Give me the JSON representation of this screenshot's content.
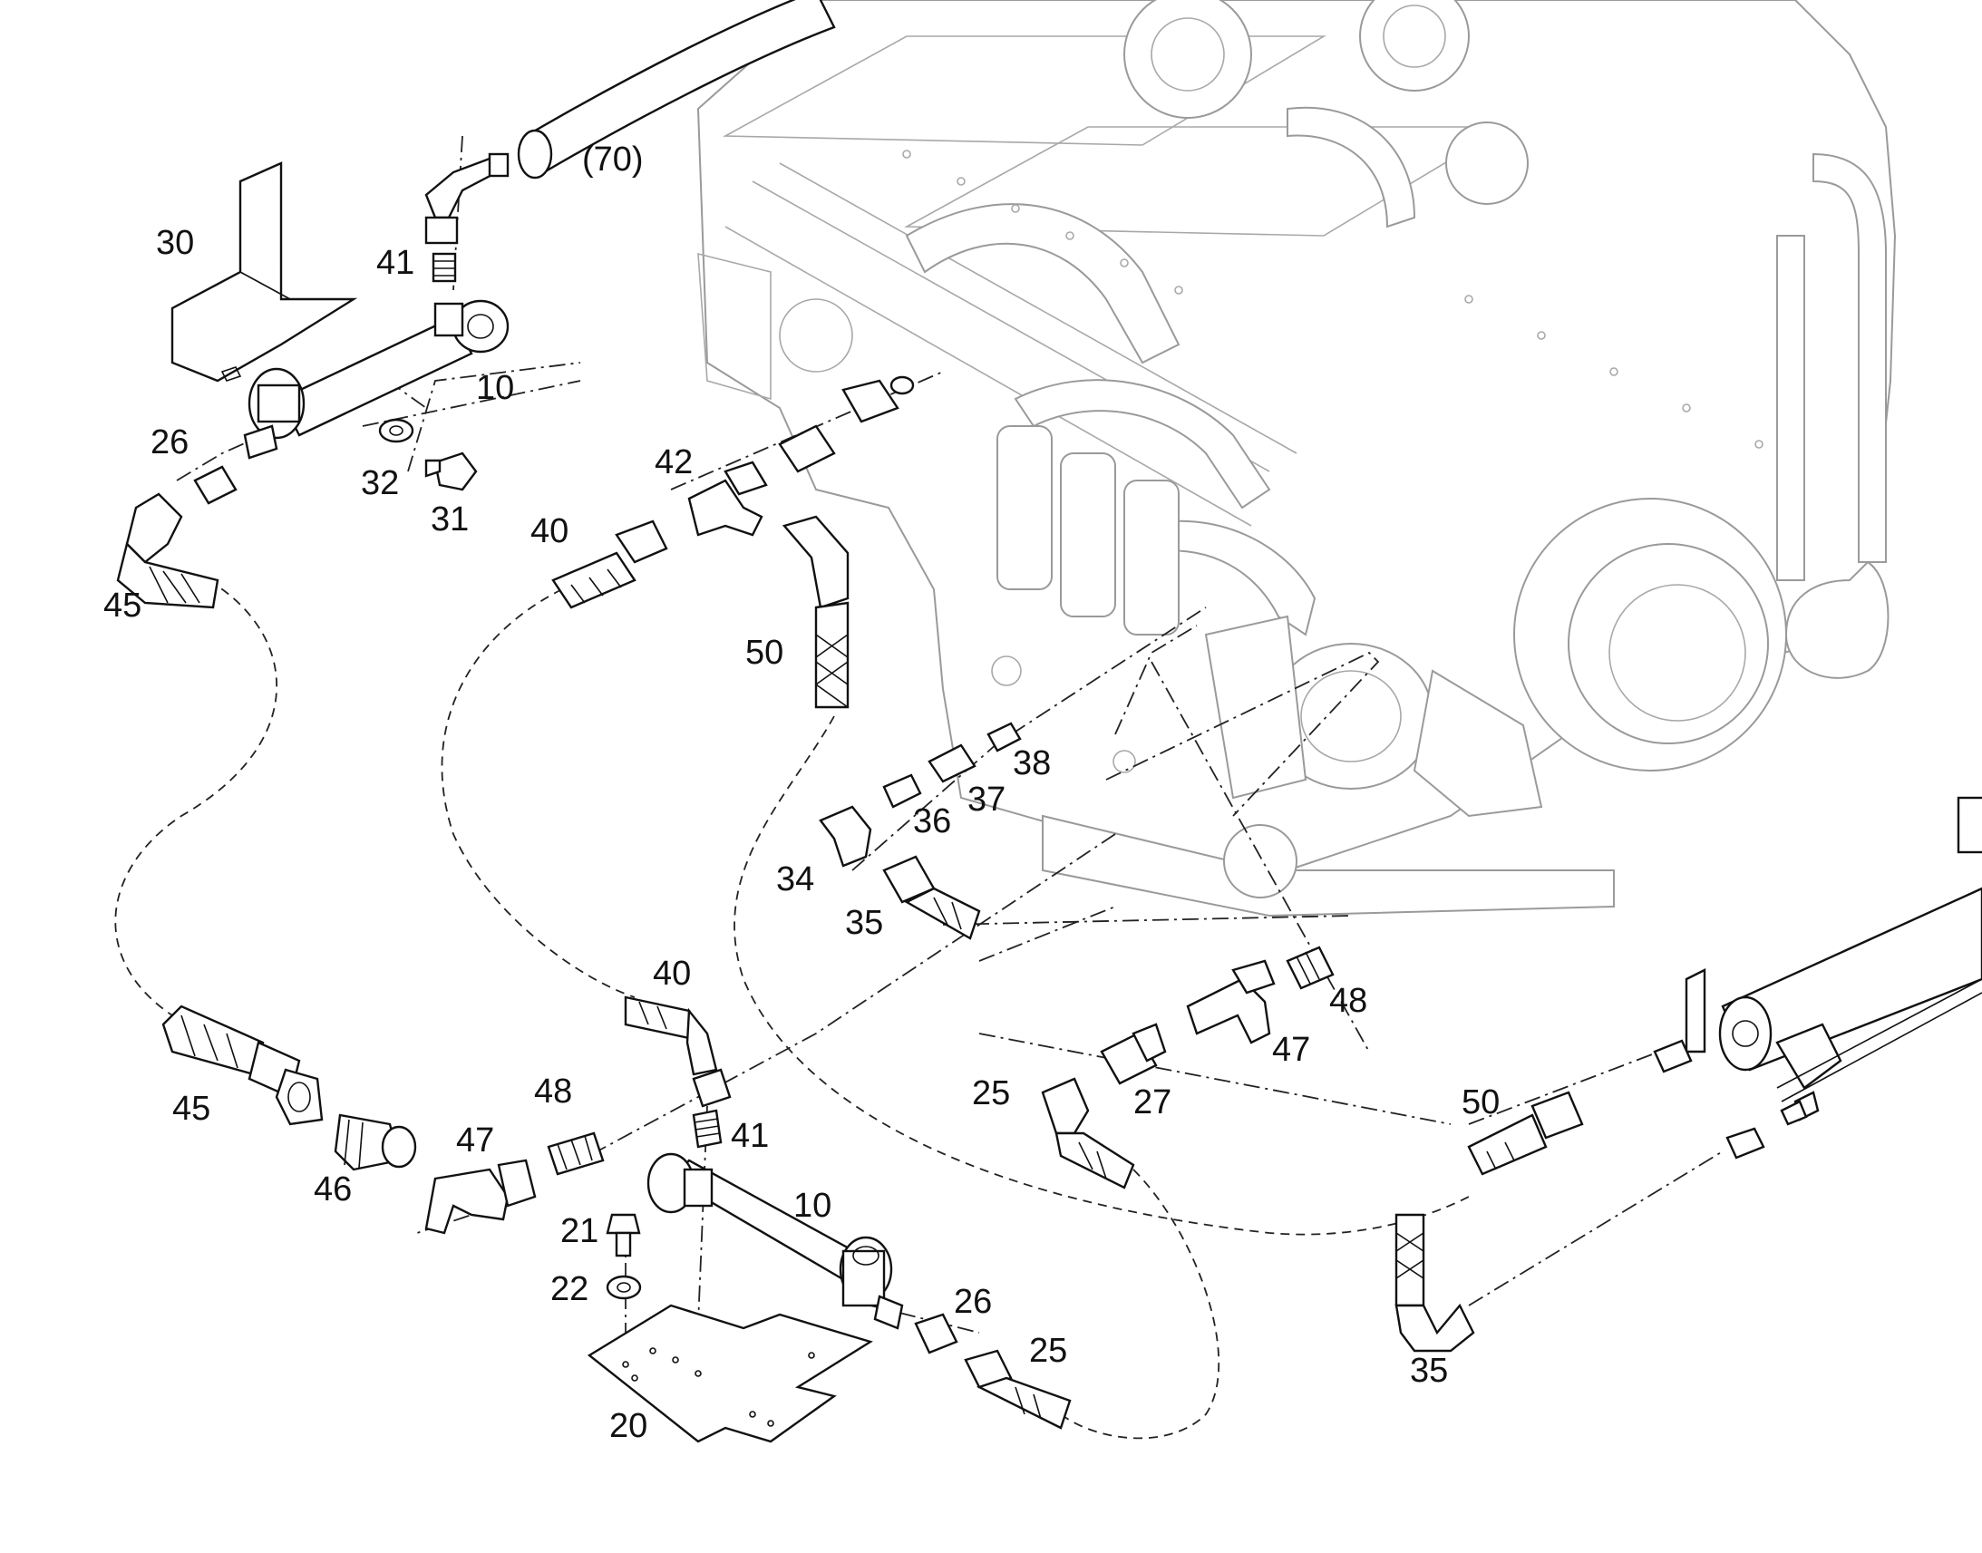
{
  "callouts": {
    "c70": "(70)",
    "c30": "30",
    "c41a": "41",
    "c10a": "10",
    "c26a": "26",
    "c32": "32",
    "c31": "31",
    "c45a": "45",
    "c42": "42",
    "c40a": "40",
    "c50a": "50",
    "c38": "38",
    "c37": "37",
    "c36": "36",
    "c34": "34",
    "c35a": "35",
    "c40b": "40",
    "c48a": "48",
    "c47a": "47",
    "c45b": "45",
    "c46": "46",
    "c47b": "47",
    "c48b": "48",
    "c41b": "41",
    "c10b": "10",
    "c21": "21",
    "c22": "22",
    "c20": "20",
    "c26b": "26",
    "c25a": "25",
    "c25b": "25",
    "c27": "27",
    "c50b": "50",
    "c35b": "35"
  }
}
